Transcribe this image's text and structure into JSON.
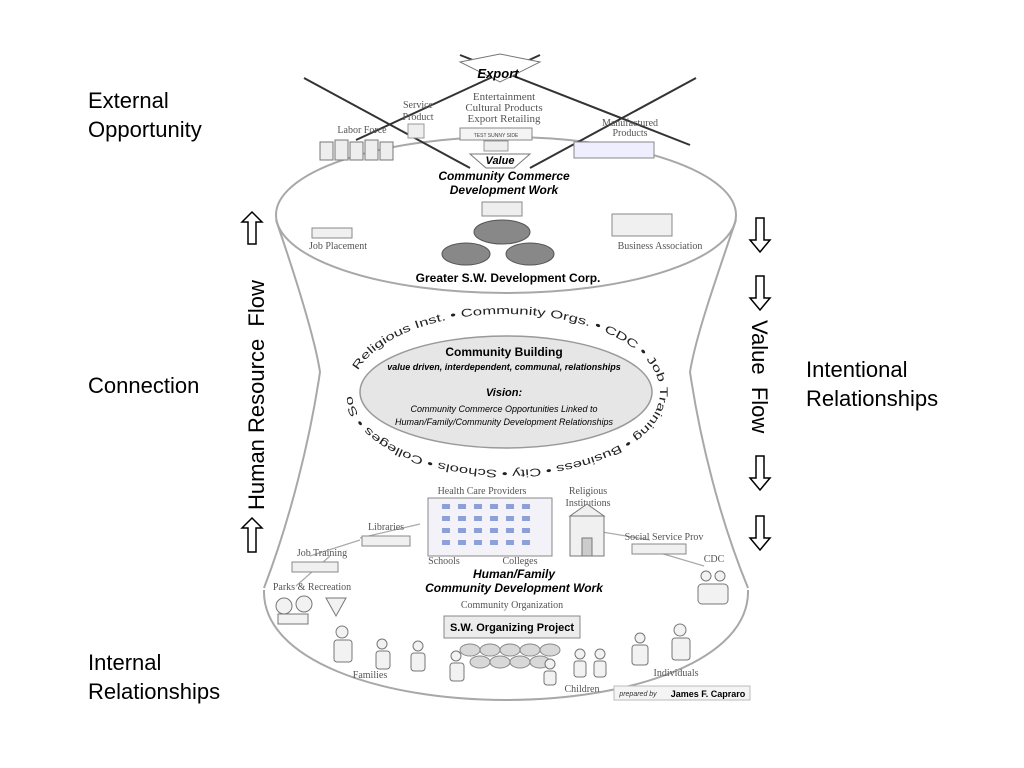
{
  "left_labels": {
    "external": [
      "External",
      "Opportunity"
    ],
    "connection": "Connection",
    "internal": [
      "Internal",
      "Relationships"
    ]
  },
  "right_labels": {
    "intentional": [
      "Intentional",
      "Relationships"
    ]
  },
  "flows": {
    "human_resource": "Human Resource  Flow",
    "value": "Value  Flow"
  },
  "top": {
    "export": "Export",
    "export_items": [
      "Entertainment",
      "Cultural Products",
      "Export Retailing"
    ],
    "service_product": [
      "Service",
      "Product"
    ],
    "labor_force": "Labor Force",
    "manufactured_products": [
      "Manufactured",
      "Products"
    ],
    "sign_text": "TEST SUNNY SIDE",
    "value": "Value",
    "commerce_title": [
      "Community Commerce",
      "Development Work"
    ],
    "job_placement": "Job Placement",
    "business_association": "Business Association",
    "corp": "Greater S.W. Development Corp."
  },
  "center": {
    "ring_text": "Religious Inst. • Community Orgs. • CDC • Job Training • Business • City • Schools • Colleges • Social Services • Health Care •",
    "title": "Community Building",
    "subtitle": "value driven, interdependent, communal, relationships",
    "vision_label": "Vision:",
    "vision_lines": [
      "Community Commerce Opportunities Linked to",
      "Human/Family/Community Development Relationships"
    ]
  },
  "bottom": {
    "health_care": "Health Care Providers",
    "religious": [
      "Religious",
      "Institutions"
    ],
    "libraries": "Libraries",
    "social_service": "Social Service Prov",
    "job_training": "Job Training",
    "schools": "Schools",
    "colleges": "Colleges",
    "human_title": [
      "Human/Family",
      "Community Development Work"
    ],
    "cdc": "CDC",
    "parks": "Parks & Recreation",
    "community_org": "Community Organization",
    "organizing_project": "S.W. Organizing Project",
    "families": "Families",
    "children": "Children",
    "individuals": "Individuals",
    "prepared_by": "prepared by",
    "author": "James F. Capraro"
  }
}
